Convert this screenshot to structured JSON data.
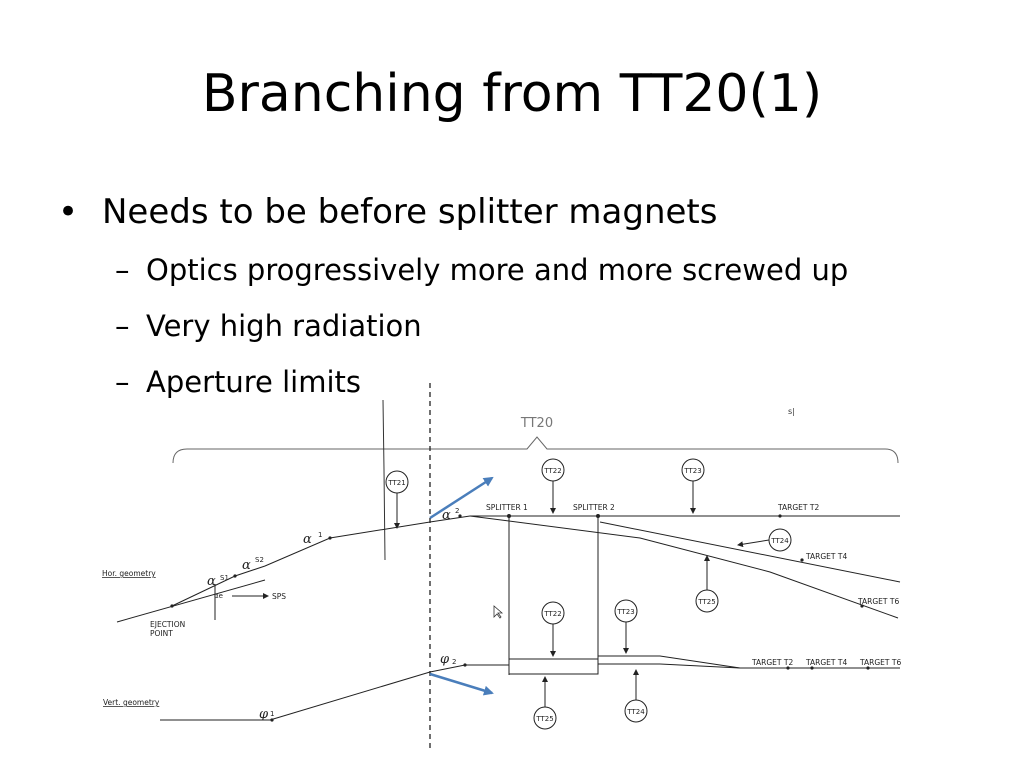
{
  "slide": {
    "title": "Branching from TT20(1)",
    "bullet": "Needs to be before splitter magnets",
    "sub_bullets": [
      "Optics progressively more and more screwed up",
      "Very high radiation",
      "Aperture limits"
    ],
    "bullet_symbol": "•",
    "dash_symbol": "–"
  },
  "diagram": {
    "tt20": "TT20",
    "s_label": "s|",
    "hor_geometry": "Hor. geometry",
    "vert_geometry": "Vert. geometry",
    "ejection": "EJECTION",
    "point": "POINT",
    "sps": "SPS",
    "splitter1": "SPLITTER 1",
    "splitter2": "SPLITTER 2",
    "target_t2": "TARGET T2",
    "target_t4": "TARGET T4",
    "target_t6": "TARGET T6",
    "tt21": "TT21",
    "tt22": "TT22",
    "tt23": "TT23",
    "tt24": "TT24",
    "tt25": "TT25",
    "alpha": "α",
    "phi": "φ",
    "sup_1": "1",
    "sup_2": "2",
    "sup_s1": "S1",
    "sup_s2": "S2",
    "sub_e": "αe"
  },
  "colors": {
    "arrow": "#4a7ebb",
    "line": "#222222",
    "muted": "#666666"
  }
}
